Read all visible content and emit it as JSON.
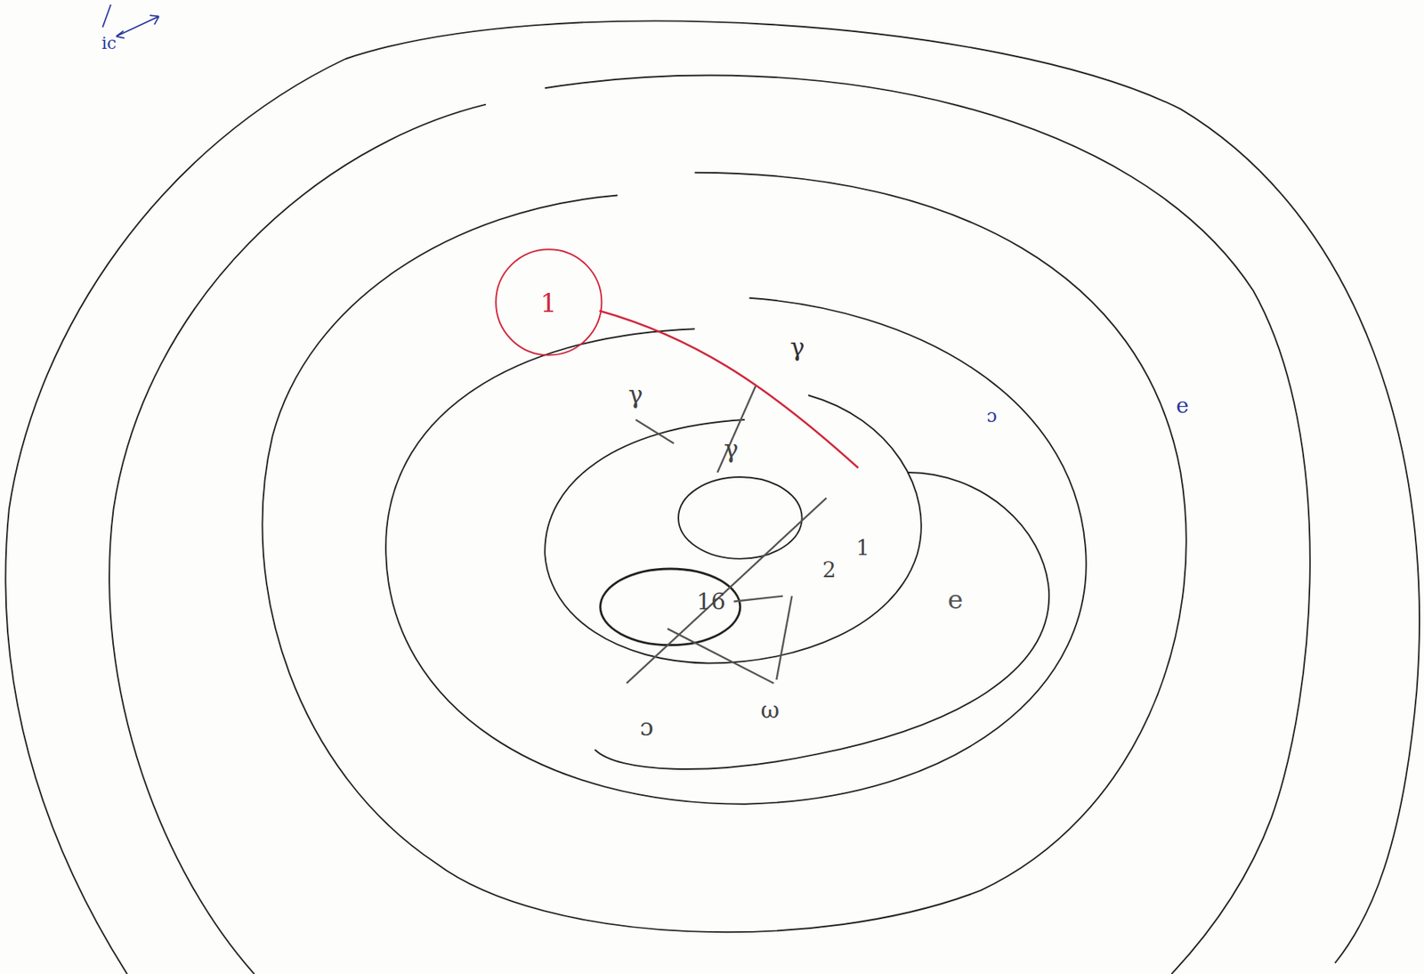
{
  "diagram": {
    "nodes": [
      {
        "text": [
          "1"
        ]
      }
    ],
    "labels": [
      "ic",
      "γ",
      "γ",
      "γ",
      "ɔ",
      "e",
      "2",
      "1",
      "e",
      "16",
      "ɔ",
      "ω"
    ]
  }
}
